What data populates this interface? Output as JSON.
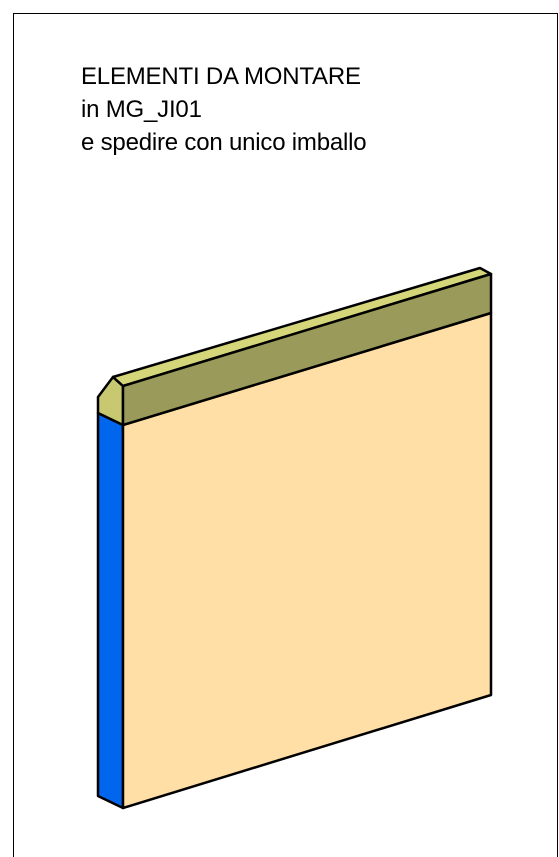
{
  "note": {
    "line1": "ELEMENTI DA MONTARE",
    "line2": "in MG_JI01",
    "line3": "e spedire con unico imballo"
  },
  "colors": {
    "panel_front": "#FFDFA6",
    "panel_edge": "#0066EE",
    "top_strip_front": "#9A9A5A",
    "top_strip_upper": "#D5D57A",
    "top_strip_end": "#C8C870",
    "outline": "#000000",
    "background": "#FFFFFF"
  }
}
